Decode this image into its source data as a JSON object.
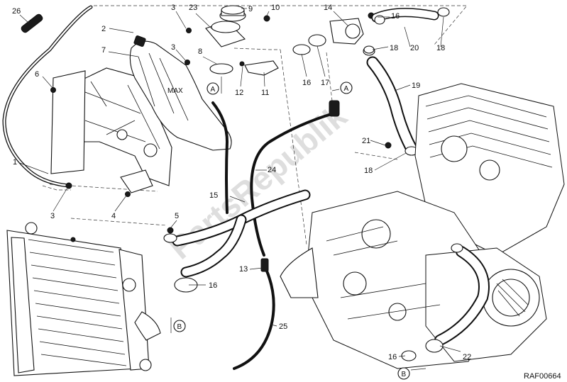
{
  "diagram": {
    "code": "RAF00664",
    "watermark": "PartsRepublik",
    "callouts": [
      {
        "id": "c1",
        "text": "1"
      },
      {
        "id": "c2",
        "text": "2"
      },
      {
        "id": "c3a",
        "text": "3"
      },
      {
        "id": "c3b",
        "text": "3"
      },
      {
        "id": "c3c",
        "text": "3"
      },
      {
        "id": "c4",
        "text": "4"
      },
      {
        "id": "c5",
        "text": "5"
      },
      {
        "id": "c6",
        "text": "6"
      },
      {
        "id": "c7",
        "text": "7"
      },
      {
        "id": "c8",
        "text": "8"
      },
      {
        "id": "c9",
        "text": "9"
      },
      {
        "id": "c10",
        "text": "10"
      },
      {
        "id": "c11",
        "text": "11"
      },
      {
        "id": "c12",
        "text": "12"
      },
      {
        "id": "c13",
        "text": "13"
      },
      {
        "id": "c14",
        "text": "14"
      },
      {
        "id": "c15",
        "text": "15"
      },
      {
        "id": "c16a",
        "text": "16"
      },
      {
        "id": "c16b",
        "text": "16"
      },
      {
        "id": "c16c",
        "text": "16"
      },
      {
        "id": "c17",
        "text": "17"
      },
      {
        "id": "c18a",
        "text": "18"
      },
      {
        "id": "c18b",
        "text": "18"
      },
      {
        "id": "c18c",
        "text": "18"
      },
      {
        "id": "c19",
        "text": "19"
      },
      {
        "id": "c20",
        "text": "20"
      },
      {
        "id": "c21",
        "text": "21"
      },
      {
        "id": "c22",
        "text": "22"
      },
      {
        "id": "c23",
        "text": "23"
      },
      {
        "id": "c24",
        "text": "24"
      },
      {
        "id": "c25",
        "text": "25"
      },
      {
        "id": "c26",
        "text": "26"
      }
    ],
    "references": [
      {
        "id": "refA1",
        "text": "A"
      },
      {
        "id": "refA2",
        "text": "A"
      },
      {
        "id": "refB1",
        "text": "B"
      },
      {
        "id": "refB2",
        "text": "B"
      }
    ],
    "tank_label": "MAX"
  }
}
